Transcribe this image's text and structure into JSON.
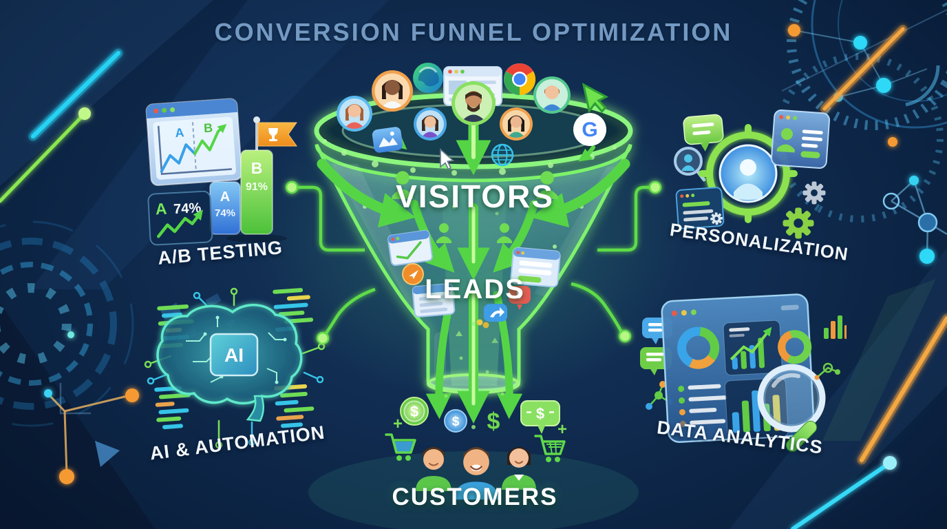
{
  "title": "CONVERSION FUNNEL OPTIMIZATION",
  "funnel": {
    "stages": [
      {
        "label": "VISITORS"
      },
      {
        "label": "LEADS"
      },
      {
        "label": "CUSTOMERS"
      }
    ]
  },
  "features": {
    "ab_testing": {
      "label": "A/B TESTING",
      "variant_a": "A",
      "variant_b": "B",
      "bar_a_letter": "A",
      "bar_a_value": "74%",
      "bar_b_letter": "B",
      "bar_b_value": "91%",
      "panel_letter": "A",
      "panel_value": "74%"
    },
    "ai_automation": {
      "label": "AI & AUTOMATION",
      "chip_label": "AI"
    },
    "personalization": {
      "label": "PERSONALIZATION"
    },
    "data_analytics": {
      "label": "DATA ANALYTICS"
    }
  },
  "icons": {
    "dollar": "$",
    "google_g": "G",
    "plus": "+"
  },
  "colors": {
    "background": "#0d2a4e",
    "funnel_green": "#63e24b",
    "accent_cyan": "#25c9f2",
    "accent_orange": "#f59a33",
    "title_text": "#7ea6cf",
    "label_text": "#ffffff"
  }
}
